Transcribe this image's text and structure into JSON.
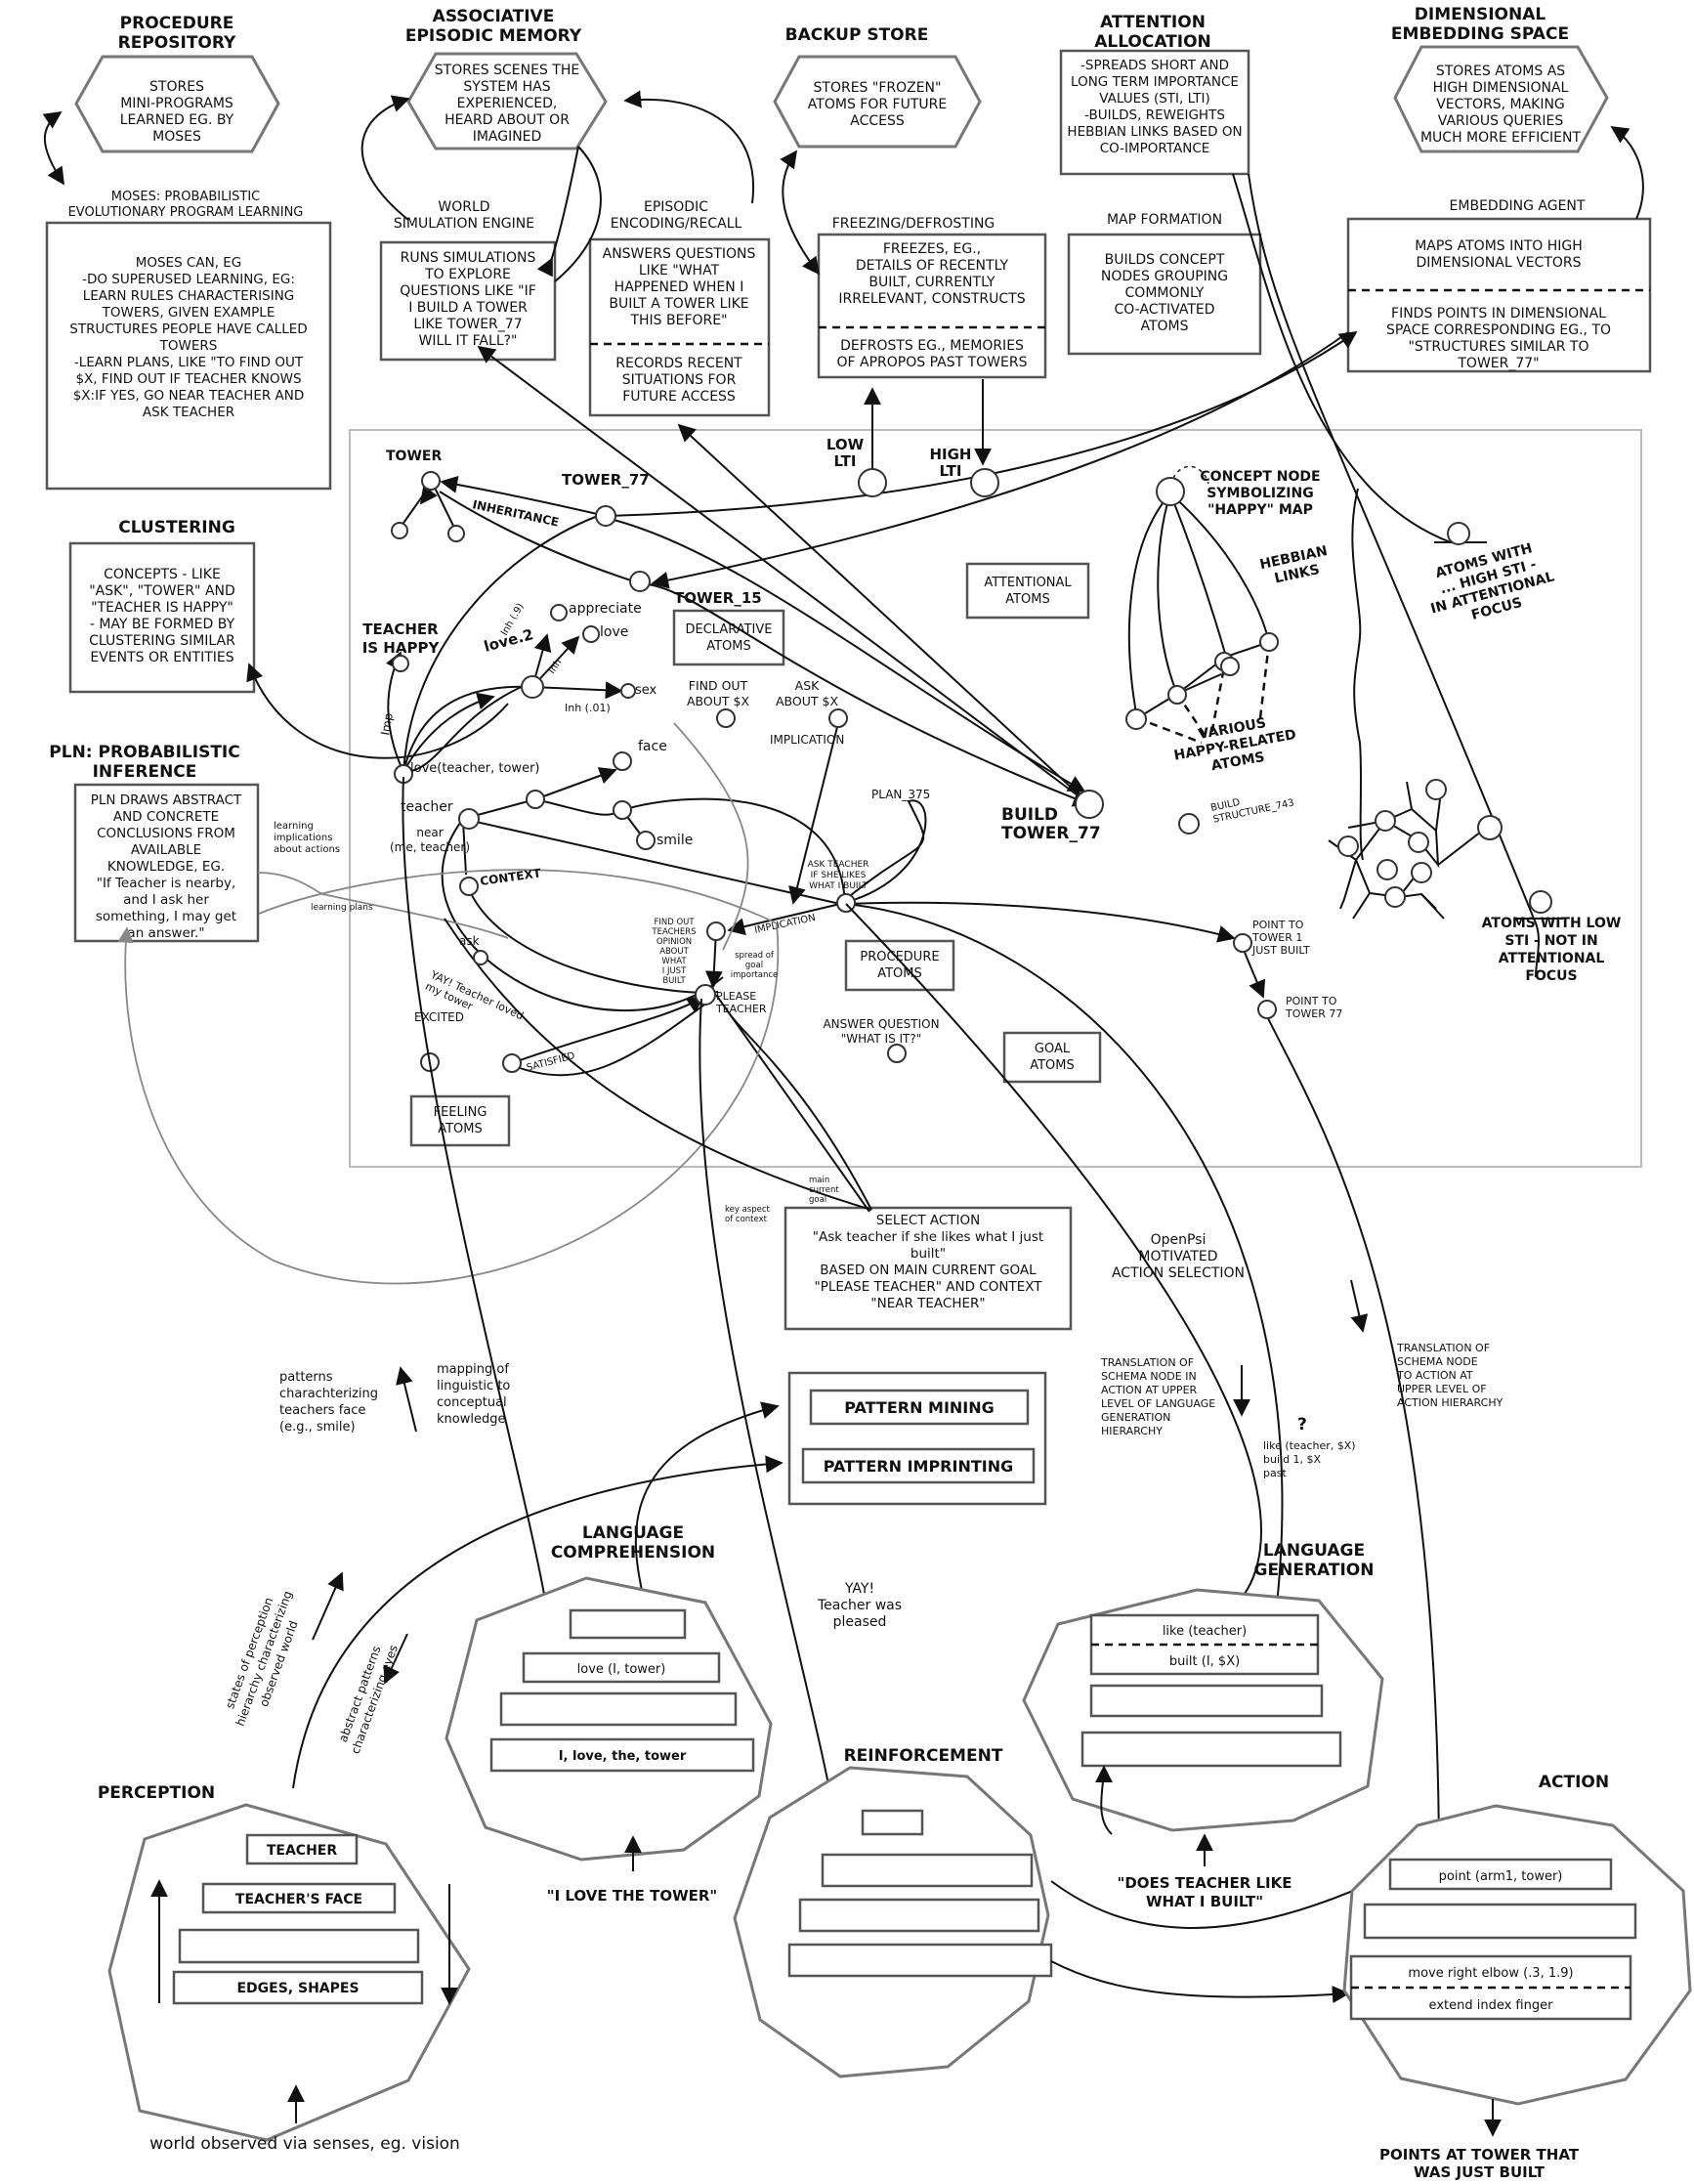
{
  "modules": {
    "procedure_repository": {
      "title": [
        "PROCEDURE",
        "REPOSITORY"
      ],
      "body": [
        "STORES",
        "MINI-PROGRAMS",
        "LEARNED EG. BY",
        "MOSES"
      ]
    },
    "moses": {
      "title": [
        "MOSES: PROBABILISTIC",
        "EVOLUTIONARY PROGRAM LEARNING"
      ],
      "body": [
        "MOSES CAN, EG",
        "",
        "-DO SUPERUSED LEARNING, EG:",
        "LEARN RULES CHARACTERISING",
        "TOWERS, GIVEN EXAMPLE",
        "STRUCTURES PEOPLE HAVE CALLED",
        "TOWERS",
        "",
        "-LEARN PLANS, LIKE \"TO FIND OUT",
        "$X, FIND OUT IF TEACHER KNOWS",
        "$X:IF YES, GO NEAR TEACHER AND",
        "ASK TEACHER"
      ]
    },
    "associative_memory": {
      "title": [
        "ASSOCIATIVE",
        "EPISODIC MEMORY"
      ],
      "body": [
        "STORES SCENES THE",
        "SYSTEM HAS",
        "EXPERIENCED,",
        "HEARD ABOUT OR",
        "IMAGINED"
      ]
    },
    "world_simulation": {
      "title": [
        "WORLD",
        "SIMULATION ENGINE"
      ],
      "body": [
        "RUNS SIMULATIONS",
        "TO EXPLORE",
        "QUESTIONS LIKE \"IF",
        "I BUILD A TOWER",
        "LIKE TOWER_77",
        "WILL IT FALL?\""
      ]
    },
    "episodic_encoding": {
      "title": [
        "EPISODIC",
        "ENCODING/RECALL"
      ],
      "body_top": [
        "ANSWERS QUESTIONS",
        "LIKE \"WHAT",
        "HAPPENED WHEN I",
        "BUILT A TOWER LIKE",
        "THIS BEFORE\""
      ],
      "body_bottom": [
        "RECORDS RECENT",
        "SITUATIONS FOR",
        "FUTURE ACCESS"
      ]
    },
    "backup_store": {
      "title": [
        "BACKUP STORE"
      ],
      "body": [
        "STORES \"FROZEN\"",
        "ATOMS FOR FUTURE",
        "ACCESS"
      ]
    },
    "freezing": {
      "title": [
        "FREEZING/DEFROSTING"
      ],
      "body_top": [
        "FREEZES, EG.,",
        "DETAILS OF RECENTLY",
        "BUILT, CURRENTLY",
        "IRRELEVANT, CONSTRUCTS"
      ],
      "body_bottom": [
        "DEFROSTS EG., MEMORIES",
        "OF APROPOS PAST TOWERS"
      ]
    },
    "attention_allocation": {
      "title": [
        "ATTENTION",
        "ALLOCATION"
      ],
      "body": [
        "-SPREADS SHORT AND",
        "LONG TERM IMPORTANCE",
        "VALUES (STI, LTI)",
        "",
        "-BUILDS, REWEIGHTS",
        "HEBBIAN LINKS BASED ON",
        "CO-IMPORTANCE"
      ]
    },
    "map_formation": {
      "title": [
        "MAP FORMATION"
      ],
      "body": [
        "BUILDS CONCEPT",
        "NODES GROUPING",
        "COMMONLY",
        "CO-ACTIVATED",
        "ATOMS"
      ]
    },
    "embedding_space": {
      "title": [
        "DIMENSIONAL",
        "EMBEDDING SPACE"
      ],
      "body": [
        "STORES ATOMS AS",
        "HIGH DIMENSIONAL",
        "VECTORS, MAKING",
        "VARIOUS QUERIES",
        "MUCH MORE EFFICIENT"
      ]
    },
    "embedding_agent": {
      "title": [
        "EMBEDDING AGENT"
      ],
      "body_top": [
        "MAPS ATOMS INTO HIGH",
        "DIMENSIONAL VECTORS"
      ],
      "body_bottom": [
        "FINDS POINTS IN DIMENSIONAL",
        "SPACE CORRESPONDING EG., TO",
        "\"STRUCTURES SIMILAR TO",
        "TOWER_77\""
      ]
    },
    "clustering": {
      "title": [
        "CLUSTERING"
      ],
      "body": [
        "CONCEPTS - LIKE",
        "\"ASK\", \"TOWER\" AND",
        "\"TEACHER IS HAPPY\"",
        "- MAY BE FORMED BY",
        "CLUSTERING SIMILAR",
        "EVENTS OR ENTITIES"
      ]
    },
    "pln": {
      "title": [
        "PLN: PROBABILISTIC",
        "INFERENCE"
      ],
      "body": [
        "PLN DRAWS ABSTRACT",
        "AND CONCRETE",
        "CONCLUSIONS FROM",
        "AVAILABLE",
        "KNOWLEDGE, EG.",
        "\"If Teacher is nearby,",
        "and I ask her",
        "something, I may get",
        "an answer.\""
      ]
    },
    "select_action": {
      "lines": [
        "SELECT ACTION",
        "\"Ask teacher if she likes what I just",
        "built\"",
        "",
        "BASED ON MAIN CURRENT GOAL",
        "\"PLEASE TEACHER\" AND CONTEXT",
        "\"NEAR TEACHER\""
      ]
    },
    "openpsi": {
      "lines": [
        "OpenPsi",
        "MOTIVATED",
        "ACTION SELECTION"
      ]
    },
    "pattern": {
      "mining": "PATTERN MINING",
      "imprinting": "PATTERN IMPRINTING"
    }
  },
  "atomspace": {
    "atom_groups": {
      "declarative": [
        "DECLARATIVE",
        "ATOMS"
      ],
      "attentional": [
        "ATTENTIONAL",
        "ATOMS"
      ],
      "procedure": [
        "PROCEDURE",
        "ATOMS"
      ],
      "goal": [
        "GOAL",
        "ATOMS"
      ],
      "feeling": [
        "FEELING",
        "ATOMS"
      ]
    },
    "labels": {
      "tower": "TOWER",
      "tower77": "TOWER_77",
      "inheritance": "INHERITANCE",
      "tower15": "TOWER_15",
      "teacher_happy": [
        "TEACHER",
        "IS HAPPY"
      ],
      "appreciate": "appreciate",
      "love": "love",
      "love2": "love.2",
      "inh9": "Inh (.9)",
      "inh": "Inh",
      "sex": "sex",
      "inh01": "Inh (.01)",
      "imp": "Imp",
      "love_teacher_tower": "love(teacher, tower)",
      "face": "face",
      "teacher": "teacher",
      "smile": "smile",
      "near": [
        "near",
        "(me, teacher)"
      ],
      "context": "CONTEXT",
      "ask": "ask",
      "find_out": [
        "FIND OUT",
        "ABOUT $X"
      ],
      "ask_about": [
        "ASK",
        "ABOUT $X"
      ],
      "implication": "IMPLICATION",
      "plan375": "PLAN_375",
      "ask_teacher_plan": [
        "ASK TEACHER",
        "IF SHE LIKES",
        "WHAT I BUILT"
      ],
      "find_out_teacher": [
        "FIND OUT",
        "TEACHERS",
        "OPINION",
        "ABOUT",
        "WHAT",
        "I JUST",
        "BUILT"
      ],
      "implication2": "IMPLICATION",
      "spread": [
        "spread of",
        "goal",
        "importance"
      ],
      "please_teacher": [
        "PLEASE",
        "TEACHER"
      ],
      "yay_loved": [
        "YAY! Teacher loved",
        "my tower"
      ],
      "excited": "EXCITED",
      "satisfied": "SATISFIED",
      "answer_question": [
        "ANSWER QUESTION",
        "\"WHAT IS IT?\""
      ],
      "build_tower": [
        "BUILD",
        "TOWER_77"
      ],
      "low_lti": [
        "LOW",
        "LTI"
      ],
      "high_lti": [
        "HIGH",
        "LTI"
      ],
      "concept_node": [
        "CONCEPT NODE",
        "SYMBOLIZING",
        "\"HAPPY\" MAP"
      ],
      "hebbian": [
        "HEBBIAN",
        "LINKS"
      ],
      "happy_related": [
        "VARIOUS",
        "HAPPY-RELATED",
        "ATOMS"
      ],
      "build_structure": [
        "BUILD",
        "STRUCTURE_743"
      ],
      "point_tower1": [
        "POINT TO",
        "TOWER 1",
        "JUST BUILT"
      ],
      "point_tower77": [
        "POINT TO",
        "TOWER 77"
      ],
      "learning_impl": [
        "learning",
        "implications",
        "about actions"
      ],
      "learning_plans": "learning plans",
      "main_goal": [
        "main",
        "current",
        "goal"
      ],
      "key_aspect": [
        "key aspect",
        "of context"
      ]
    },
    "high_sti": [
      "ATOMS WITH",
      "... HIGH STI -",
      "IN ATTENTIONAL",
      "FOCUS"
    ],
    "low_sti": [
      "ATOMS WITH LOW",
      "STI - NOT IN",
      "ATTENTIONAL",
      "FOCUS"
    ]
  },
  "annotations": {
    "patterns_face": [
      "patterns",
      "charachterizing",
      "teachers face",
      "(e.g., smile)"
    ],
    "mapping_ling": [
      "mapping of",
      "linguistic to",
      "conceptual",
      "knowledge"
    ],
    "states_perception": [
      "states of perception",
      "hierarchy characterizing",
      "observed world"
    ],
    "abstract_patterns": [
      "abstract patterns",
      "characterizing eyes"
    ],
    "yay_pleased": [
      "YAY!",
      "Teacher was",
      "pleased"
    ],
    "translation_lang": [
      "TRANSLATION OF",
      "SCHEMA NODE IN",
      "ACTION AT UPPER",
      "LEVEL OF LANGUAGE",
      "GENERATION",
      "HIERARCHY"
    ],
    "translation_action": [
      "TRANSLATION OF",
      "SCHEMA NODE",
      "TO ACTION AT",
      "UPPER LEVEL OF",
      "ACTION HIERARCHY"
    ],
    "question_mark": "?",
    "like_build": [
      "like (teacher, $X)",
      "build 1, $X",
      "past"
    ]
  },
  "hierarchies": {
    "perception": {
      "title": "PERCEPTION",
      "slots": [
        "TEACHER",
        "TEACHER'S FACE",
        "",
        "EDGES, SHAPES"
      ],
      "input": "world observed via senses, eg. vision"
    },
    "language_comprehension": {
      "title": [
        "LANGUAGE",
        "COMPREHENSION"
      ],
      "slots": [
        "",
        "love (I, tower)",
        "",
        "I, love, the, tower"
      ],
      "input": "\"I LOVE THE TOWER\""
    },
    "reinforcement": {
      "title": "REINFORCEMENT",
      "slots": [
        "",
        "",
        "",
        ""
      ]
    },
    "language_generation": {
      "title": [
        "LANGUAGE",
        "GENERATION"
      ],
      "slots": [
        "like (teacher)",
        "built (I, $X)",
        "",
        ""
      ],
      "input": "\"DOES TEACHER LIKE",
      "input2": "WHAT I BUILT\""
    },
    "action": {
      "title": "ACTION",
      "slots": [
        "point (arm1, tower)",
        "",
        "move right elbow (.3, 1.9)",
        "extend index finger"
      ],
      "output": [
        "POINTS AT TOWER THAT",
        "WAS JUST BUILT"
      ]
    }
  },
  "colors": {
    "box_stroke": "#555555",
    "hex_stroke": "#777777",
    "gray_link": "#888888",
    "frame": "#bbbbbb"
  }
}
